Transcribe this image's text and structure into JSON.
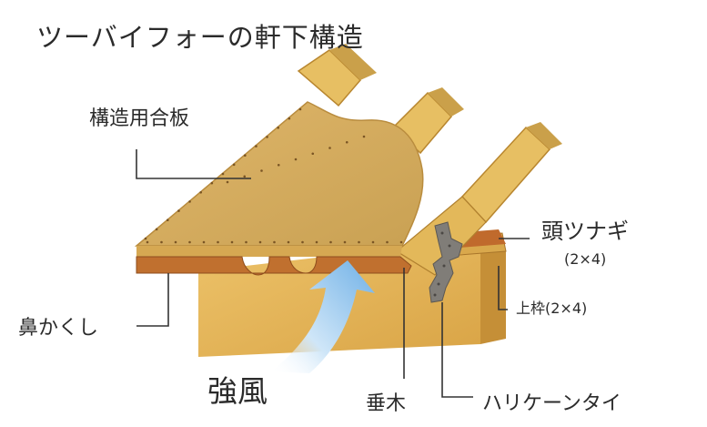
{
  "title": "ツーバイフォーの軒下構造",
  "labels": {
    "plywood": "構造用合板",
    "header": "頭ツナギ",
    "header_size": "(2×4)",
    "top_plate": "上枠(2×4)",
    "fascia": "鼻かくし",
    "wind": "強風",
    "rafter": "垂木",
    "hurricane_tie": "ハリケーンタイ"
  },
  "colors": {
    "wood_light": "#e9c56a",
    "wood_mid": "#d9ad4f",
    "wood_dark": "#b97f2c",
    "plywood": "#d4aa5a",
    "fascia": "#bf6f2e",
    "wall": "#e2b04d",
    "metal": "#7d7a76",
    "wind_arrow": "#8cc3ec",
    "leader": "#333333"
  }
}
